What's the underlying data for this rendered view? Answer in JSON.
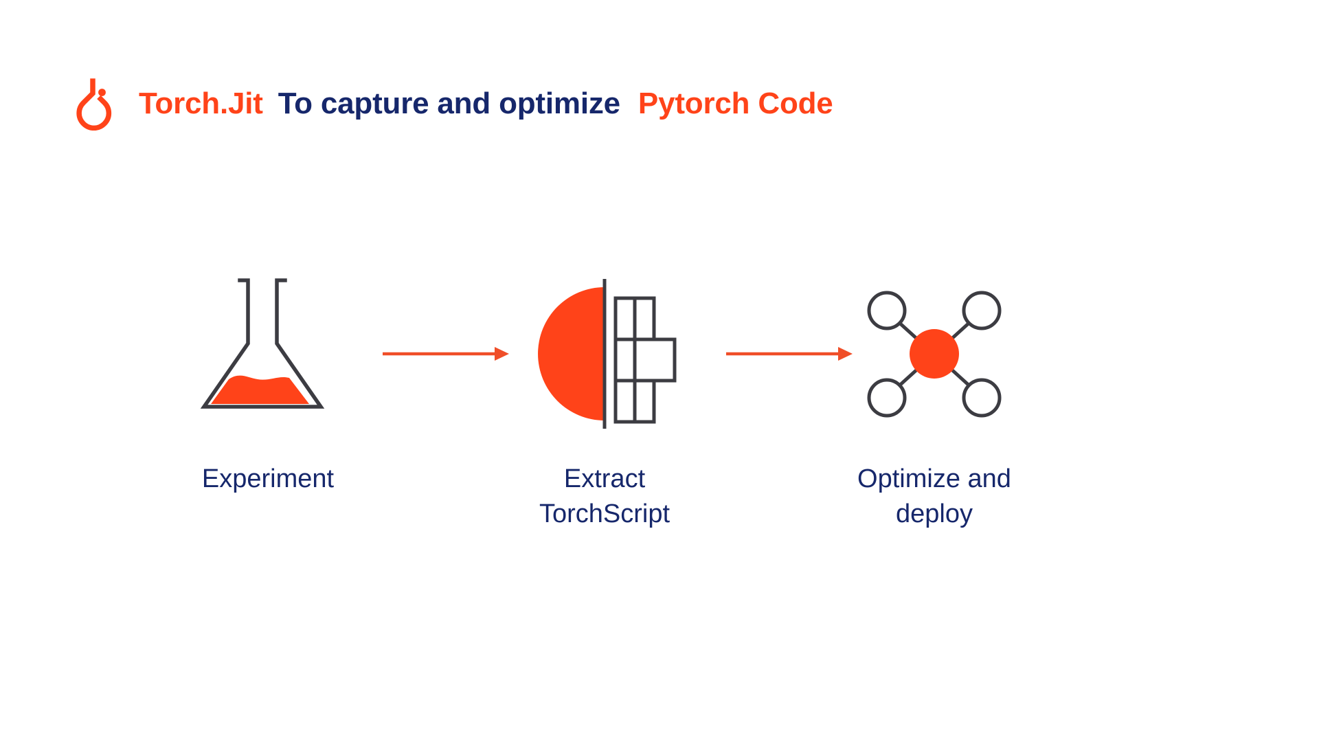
{
  "header": {
    "logo_icon": "pytorch-flame-logo",
    "title_segments": [
      {
        "text": "Torch.Jit",
        "color": "#FF4319"
      },
      {
        "text": "To capture and optimize",
        "color": "#16276B"
      },
      {
        "text": "Pytorch Code",
        "color": "#FF4319"
      }
    ]
  },
  "flow": {
    "steps": [
      {
        "label": "Experiment",
        "icon": "flask-icon"
      },
      {
        "label": "Extract\nTorchScript",
        "icon": "halfdisc-grid-icon"
      },
      {
        "label": "Optimize and\ndeploy",
        "icon": "network-nodes-icon"
      }
    ],
    "arrows": [
      {
        "icon": "arrow-right-icon"
      },
      {
        "icon": "arrow-right-icon"
      }
    ]
  },
  "colors": {
    "orange": "#FF4319",
    "navy": "#16276B",
    "outline": "#3C3C42",
    "arrow": "#F04E28",
    "background": "#FFFFFF"
  }
}
